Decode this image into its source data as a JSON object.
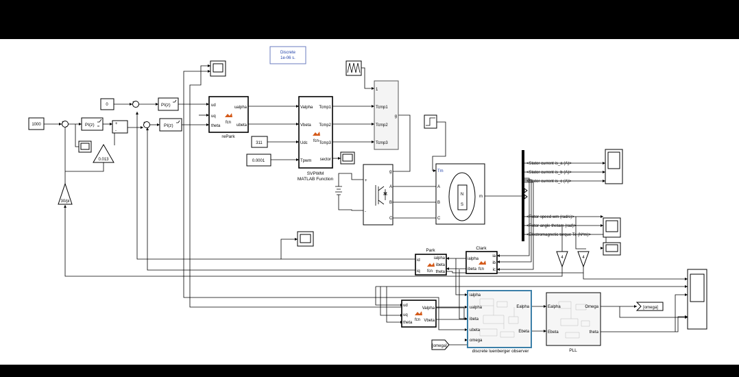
{
  "solver": {
    "line1": "Discrete",
    "line2": "1e-06 s."
  },
  "constants": {
    "speed_ref": "1000",
    "id_ref": "0",
    "udc": "311",
    "tpwm": "0.0001"
  },
  "pi_blocks": {
    "label": "PI(z)"
  },
  "gains": {
    "g_0013": "0.013",
    "g_30pi": "30/pi",
    "g_4a": "4",
    "g_4b": "4"
  },
  "sum_signs": {
    "plus": "+",
    "minus": "-"
  },
  "repark": {
    "title": "rePark",
    "in1": "ud",
    "in2": "uq",
    "in3": "theta",
    "out1": "ualpha",
    "out2": "ubeta",
    "fcn": "fcn"
  },
  "svpwm": {
    "title1": "SVPWM",
    "title2": "MATLAB Function",
    "in1": "Valpha",
    "in2": "Vbeta",
    "in3": "Udc",
    "in4": "Tpwm",
    "out1": "Tcmp1",
    "out2": "Tcmp2",
    "out3": "Tcmp3",
    "out4": "sector",
    "fcn": "fcn"
  },
  "mux": {
    "in1": "1",
    "in2": "Tcmp1",
    "in3": "Tcmp2",
    "in4": "Tcmp3",
    "out": "g"
  },
  "inverter": {
    "g": "g",
    "a": "A",
    "b": "B",
    "c": "C",
    "plus": "+",
    "minus": "-"
  },
  "motor": {
    "tm": "Tm",
    "a": "A",
    "b": "B",
    "c": "C",
    "m": "m",
    "n": "N",
    "s": "S"
  },
  "bus_signals": [
    "<Stator current is_a (A)>",
    "<Stator current is_b (A)>",
    "<Stator current is_c (A)>",
    "<Rotor speed wm (rad/s)>",
    "<Rotor angle thetam (rad)>",
    "<Electromagnetic torque Te (N*m)>"
  ],
  "park": {
    "title": "Park",
    "in1": "id",
    "in2": "iq",
    "out1": "ialpha",
    "out2": "ibeta",
    "out3": "theta",
    "fcn": "fcn"
  },
  "clark": {
    "title": "Clark",
    "in1": "ia",
    "in2": "ib",
    "in3": "ic",
    "out1": "ialpha",
    "out2": "ibeta",
    "fcn": "fcn"
  },
  "inv_park2": {
    "in1": "ud",
    "in2": "uq",
    "in3": "theta",
    "out1": "Valpha",
    "out2": "Vbeta",
    "fcn": "fcn"
  },
  "observer": {
    "title": "discrete luenberger observer",
    "p1": "ialpha",
    "p2": "ualpha",
    "p3": "ibeta",
    "p4": "ubeta",
    "p5": "omega",
    "o1": "Ealpha",
    "o2": "Ebeta"
  },
  "pll": {
    "title": "PLL",
    "i1": "Ealpha",
    "i2": "Ebeta",
    "o1": "Omega",
    "o2": "theta"
  },
  "tags": {
    "goto": "[omega]",
    "from": "[omega]"
  }
}
